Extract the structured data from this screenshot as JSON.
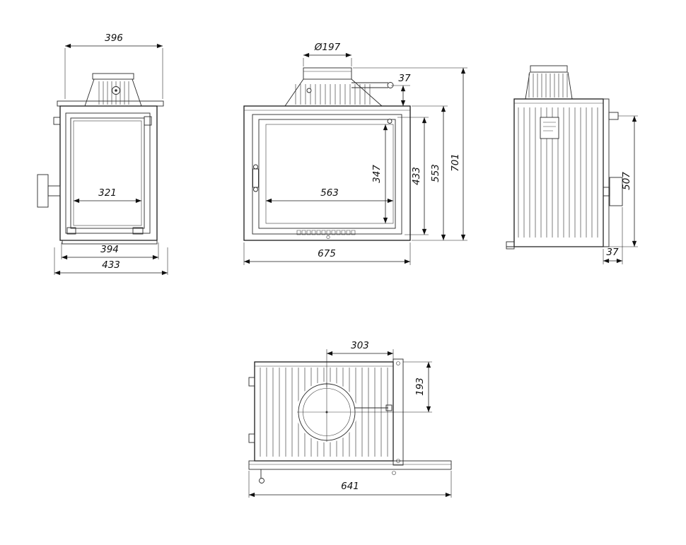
{
  "colors": {
    "ink": "#1a1a1a",
    "background": "#ffffff"
  },
  "views": {
    "side": {
      "dims": {
        "top_depth": "396",
        "glass_depth": "321",
        "body_depth": "394",
        "total_depth": "433"
      }
    },
    "front": {
      "dims": {
        "flue_diameter": "Ø197",
        "damper_offset": "37",
        "glass_width": "563",
        "glass_height": "347",
        "door_height": "433",
        "body_height": "553",
        "total_height": "701",
        "body_width": "675"
      }
    },
    "rear": {
      "dims": {
        "body_height": "507",
        "handle_offset": "37"
      }
    },
    "top": {
      "dims": {
        "flue_center_to_frame": "303",
        "flue_center_to_back": "193",
        "frame_width": "641"
      }
    }
  }
}
